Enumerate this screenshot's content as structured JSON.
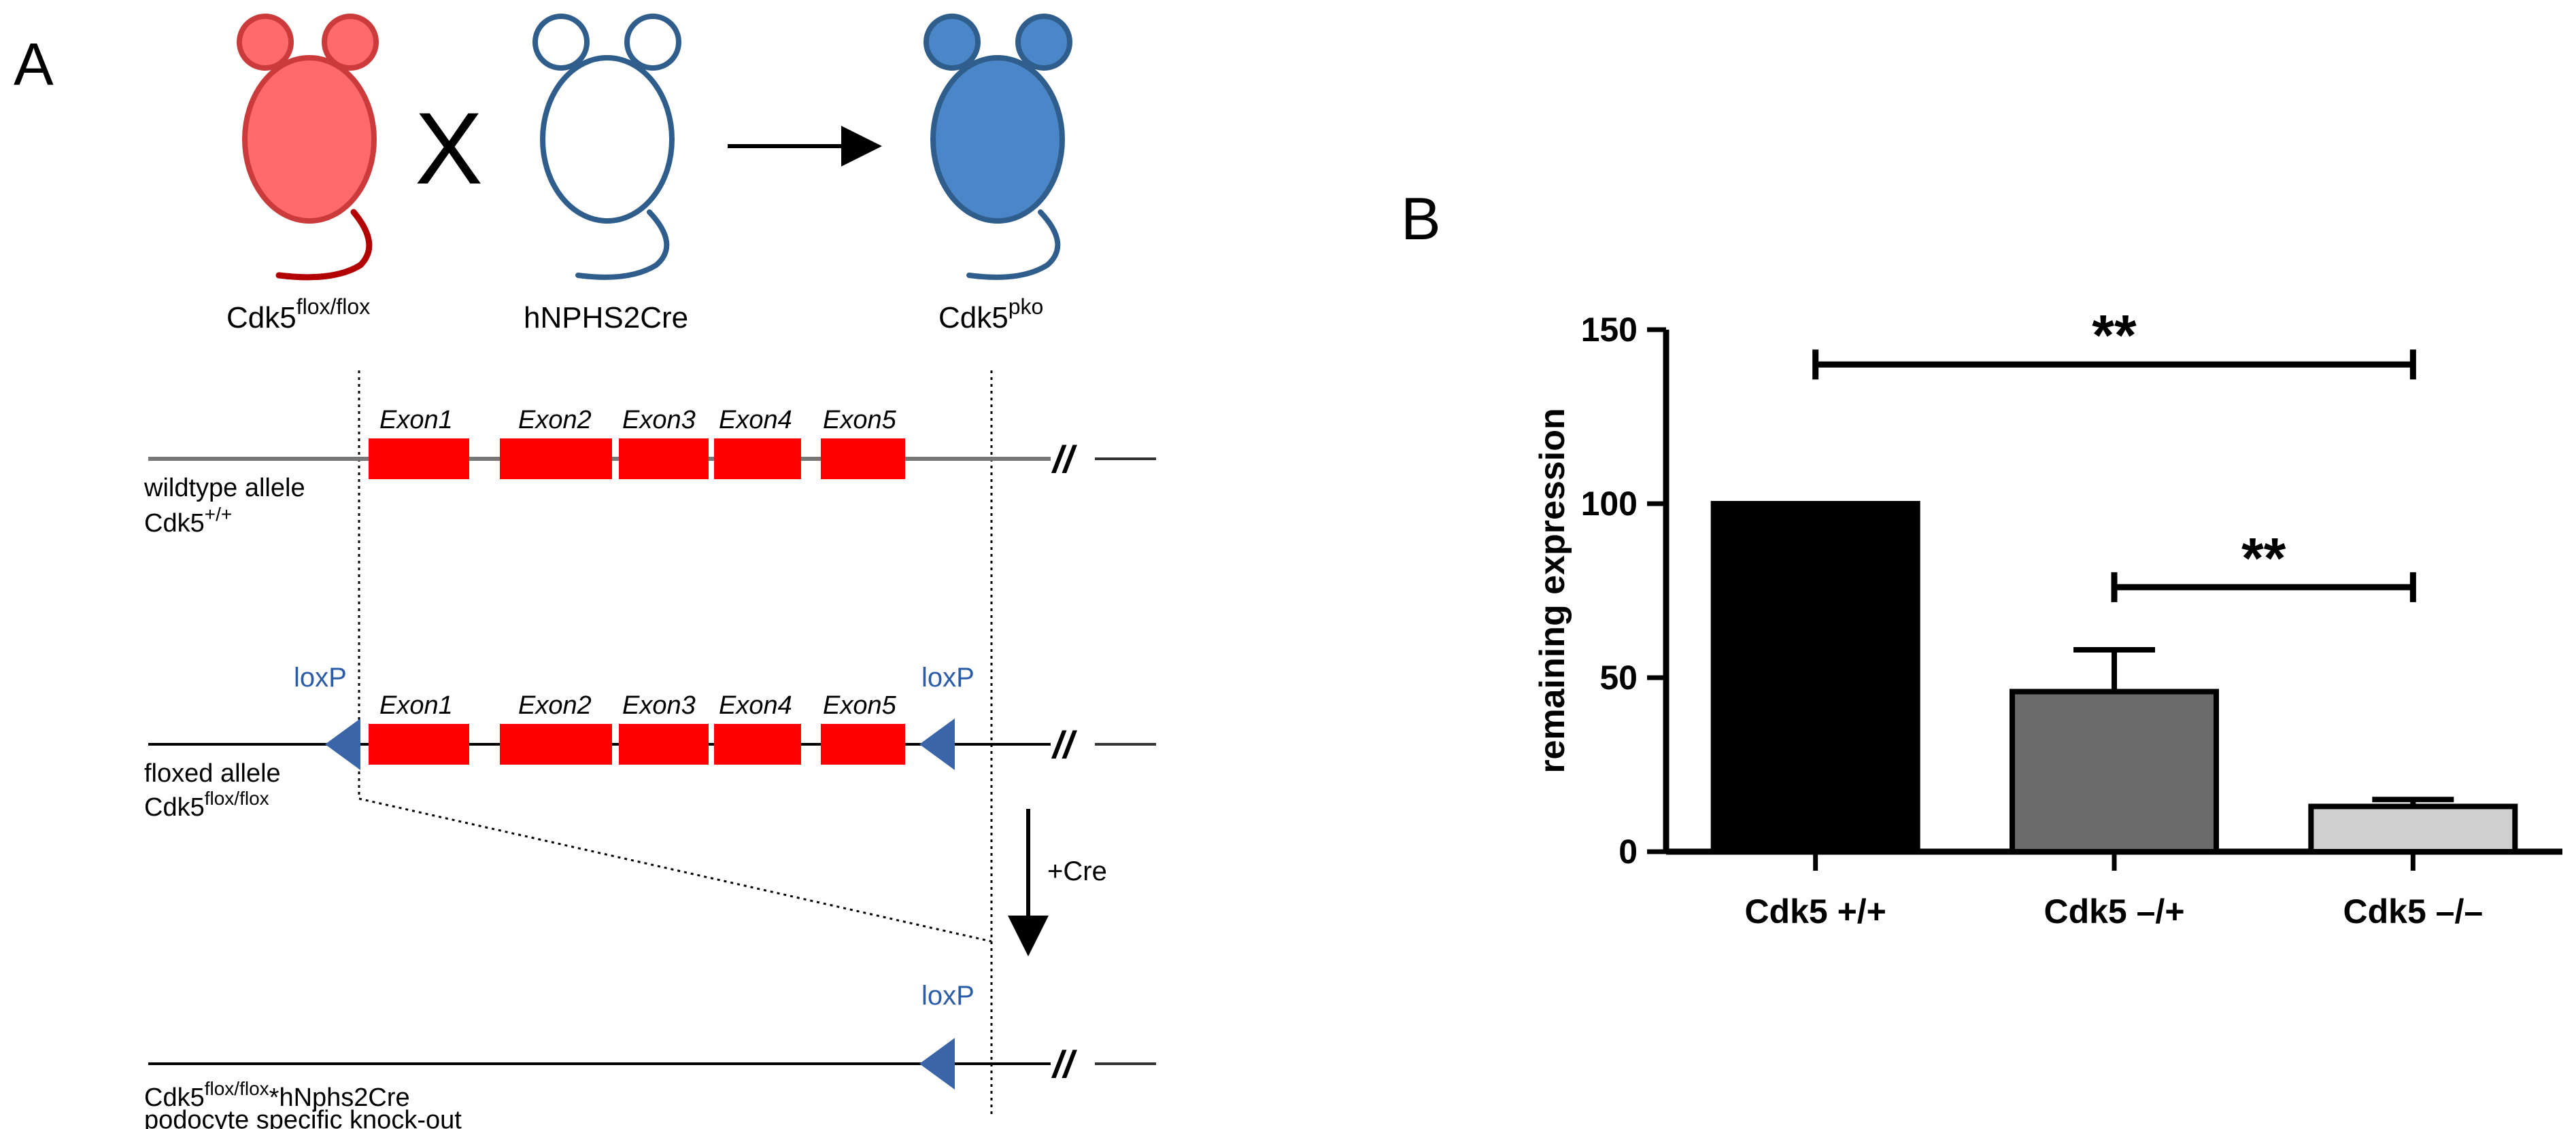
{
  "panel_a": {
    "label": "A",
    "cross_symbol": "X",
    "mice": [
      {
        "id": "parent-flox",
        "label": "Cdk5",
        "superscript": "flox/flox",
        "color": "#ff6b6b",
        "stroke": "#cc3b3b",
        "tail": "#b30000"
      },
      {
        "id": "parent-cre",
        "label": "hNPHS2Cre",
        "superscript": "",
        "color": "#ffffff",
        "stroke": "#2f5e8c",
        "tail": "#2f5e8c"
      },
      {
        "id": "offspring-pko",
        "label": "Cdk5",
        "superscript": "pko",
        "color": "#4a86c8",
        "stroke": "#2f5e8c",
        "tail": "#2f5e8c"
      }
    ],
    "exons": [
      "Exon1",
      "Exon2",
      "Exon3",
      "Exon4",
      "Exon5"
    ],
    "exon_color": "#ff0000",
    "loxp_label": "loxP",
    "loxp_color": "#2a5ca8",
    "cre_label": "+Cre",
    "break_symbol": "//",
    "alleles": [
      {
        "line1": "wildtype allele",
        "line2_base": "Cdk5",
        "line2_sup": "+/+",
        "line2_suffix": ""
      },
      {
        "line1": "floxed allele",
        "line2_base": "Cdk5",
        "line2_sup": "flox/flox",
        "line2_suffix": ""
      },
      {
        "line1_base": "Cdk5",
        "line1_sup": "flox/flox",
        "line1_suffix": "*hNphs2Cre",
        "line2": "podocyte specific knock-out"
      }
    ]
  },
  "panel_b": {
    "label": "B"
  },
  "chart_data": {
    "type": "bar",
    "categories": [
      "Cdk5 +/+",
      "Cdk5 –/+",
      "Cdk5 –/–"
    ],
    "values": [
      100,
      46,
      13
    ],
    "errors": [
      0,
      12,
      2
    ],
    "bar_colors": [
      "#000000",
      "#6b6b6b",
      "#cfcfcf"
    ],
    "ylabel": "remaining expression",
    "xlabel": "",
    "title": "",
    "ylim": [
      0,
      150
    ],
    "yticks": [
      0,
      50,
      100,
      150
    ],
    "grid": false,
    "significance": [
      {
        "from": 0,
        "to": 2,
        "label": "**",
        "y": 140
      },
      {
        "from": 1,
        "to": 2,
        "label": "**",
        "y": 76
      }
    ]
  }
}
